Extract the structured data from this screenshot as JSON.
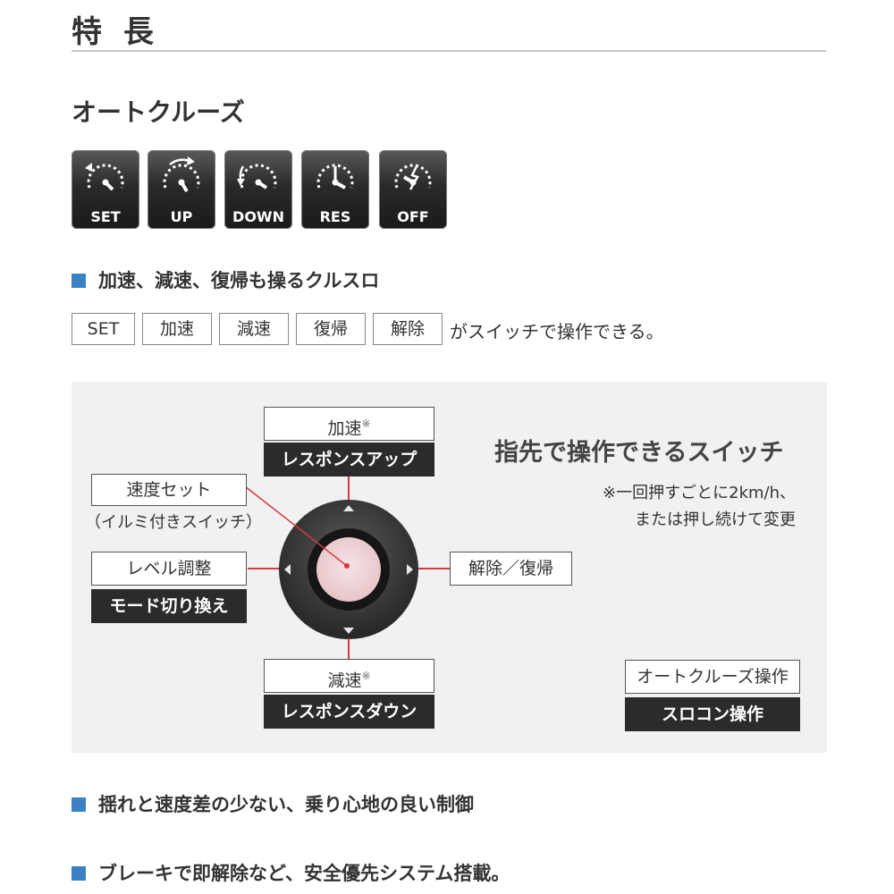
{
  "header": {
    "title": "特 長",
    "subtitle": "オートクルーズ"
  },
  "mode_icons": [
    {
      "label": "SET",
      "icon": "speedometer-set-icon"
    },
    {
      "label": "UP",
      "icon": "speedometer-up-icon"
    },
    {
      "label": "DOWN",
      "icon": "speedometer-down-icon"
    },
    {
      "label": "RES",
      "icon": "speedometer-resume-icon"
    },
    {
      "label": "OFF",
      "icon": "speedometer-off-icon"
    }
  ],
  "features": [
    "加速、減速、復帰も操るクルスロ",
    "揺れと速度差の少ない、乗り心地の良い制御",
    "ブレーキで即解除など、安全優先システム搭載。"
  ],
  "switch_keys": [
    "SET",
    "加速",
    "減速",
    "復帰",
    "解除"
  ],
  "switch_keys_suffix": "がスイッチで操作できる。",
  "diagram": {
    "heading": "指先で操作できるスイッチ",
    "note_line1": "※一回押すごとに2km/h、",
    "note_line2": "または押し続けて変更",
    "accelerate": "加速",
    "accelerate_mark": "※",
    "response_up": "レスポンスアップ",
    "speed_set": "速度セット",
    "illumination_note": "（イルミ付きスイッチ）",
    "level_adjust": "レベル調整",
    "mode_switch": "モード切り換え",
    "cancel_resume": "解除／復帰",
    "decelerate": "減速",
    "decelerate_mark": "※",
    "response_down": "レスポンスダウン",
    "legend_auto_cruise": "オートクルーズ操作",
    "legend_throttle_control": "スロコン操作"
  },
  "colors": {
    "bullet_blue": "#3b82c4",
    "callout_red": "#d7393c",
    "panel_bg": "#f0f1f2",
    "dark_label": "#2b2b2b"
  }
}
